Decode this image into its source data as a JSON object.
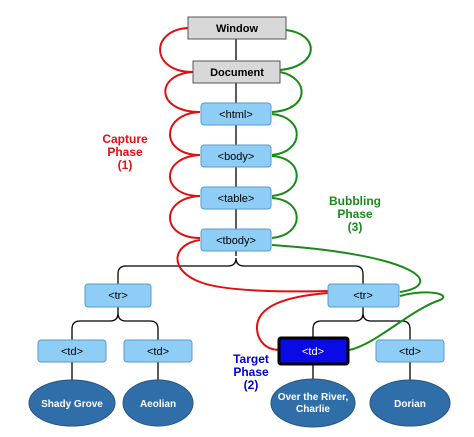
{
  "colors": {
    "capture": "#e01010",
    "bubbling": "#1a8a1a",
    "target": "#0000cc",
    "node_fill": "#8ecdf5",
    "node_stroke": "#5a9ac8",
    "top_fill": "#d8d8d8",
    "top_stroke": "#555555",
    "leaf_fill": "#2f6ea8",
    "target_fill": "#0a0ae6"
  },
  "nodes": {
    "window": "Window",
    "document": "Document",
    "html": "<html>",
    "body": "<body>",
    "table": "<table>",
    "tbody": "<tbody>",
    "tr_left": "<tr>",
    "tr_right": "<tr>",
    "td_1": "<td>",
    "td_2": "<td>",
    "td_target": "<td>",
    "td_4": "<td>"
  },
  "leaves": {
    "shady_grove": "Shady Grove",
    "aeolian": "Aeolian",
    "over_the_river_line1": "Over the River,",
    "over_the_river_line2": "Charlie",
    "dorian": "Dorian"
  },
  "labels": {
    "capture_line1": "Capture",
    "capture_line2": "Phase",
    "capture_line3": "(1)",
    "bubbling_line1": "Bubbling",
    "bubbling_line2": "Phase",
    "bubbling_line3": "(3)",
    "target_line1": "Target",
    "target_line2": "Phase",
    "target_line3": "(2)"
  }
}
